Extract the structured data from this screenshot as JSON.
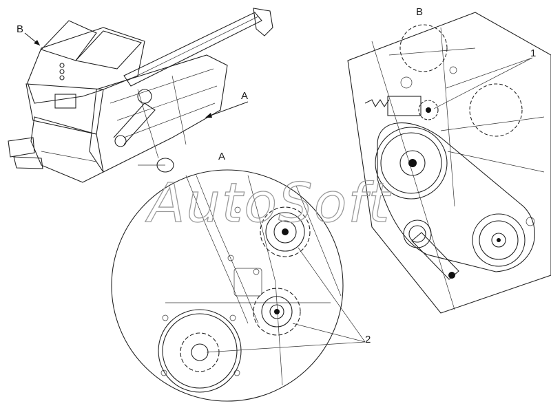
{
  "labels": {
    "view_b_marker": "B",
    "view_a_marker": "A",
    "view_a_title": "A",
    "view_b_title": "B",
    "callout_1": "1",
    "callout_2": "2"
  },
  "watermark": "AutoSoft",
  "colors": {
    "line": "#222222",
    "watermark": "#9a9a9a",
    "background": "#ffffff"
  }
}
